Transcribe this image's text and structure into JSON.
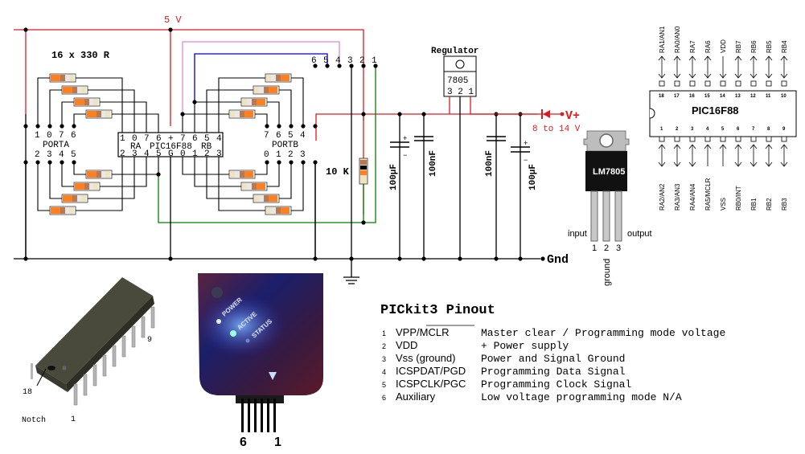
{
  "schematic": {
    "supply_label": "5 V",
    "resistor_note": "16 x 330 R",
    "porta": {
      "title": "PORTA",
      "top_pins": [
        "1",
        "0",
        "7",
        "6"
      ],
      "bottom_pins": [
        "2",
        "3",
        "4",
        "5"
      ]
    },
    "portb": {
      "title": "PORTB",
      "top_pins": [
        "7",
        "6",
        "5",
        "4"
      ],
      "bottom_pins": [
        "0",
        "1",
        "2",
        "3"
      ]
    },
    "mcu": {
      "name": "PIC16F88",
      "left_label": "RA",
      "right_label": "RB",
      "top_pins": [
        "1",
        "0",
        "7",
        "6",
        "+",
        "7",
        "6",
        "5",
        "4"
      ],
      "bottom_pins": [
        "2",
        "3",
        "4",
        "5",
        "G",
        "0",
        "1",
        "2",
        "3"
      ]
    },
    "icsp_header": {
      "pins": [
        "6",
        "5",
        "4",
        "3",
        "2",
        "1"
      ]
    },
    "pullup_resistor": "10 K",
    "regulator": {
      "title": "Regulator",
      "part": "7805",
      "pins": "3 2 1"
    },
    "capacitors": [
      "100µF",
      "100nF",
      "100nF",
      "100µF"
    ],
    "input_label": "V+",
    "input_range": "8 to 14 V",
    "ground_label": "Gnd",
    "colors": {
      "power": "#e0191e",
      "mclr": "#008000",
      "pgd": "#0000cc",
      "pgc": "#dd88dd",
      "wire": "#000000"
    }
  },
  "lm7805": {
    "part": "LM7805",
    "pin_numbers": [
      "1",
      "2",
      "3"
    ],
    "pin_names": [
      "input",
      "ground",
      "output"
    ]
  },
  "pic_pinout": {
    "name": "PIC16F88",
    "top": [
      {
        "num": "18",
        "label": "RA1/AN1",
        "dir": "bi"
      },
      {
        "num": "17",
        "label": "RA0/AN0",
        "dir": "bi"
      },
      {
        "num": "16",
        "label": "RA7",
        "dir": "bi"
      },
      {
        "num": "15",
        "label": "RA6",
        "dir": "bi"
      },
      {
        "num": "14",
        "label": "VDD",
        "dir": "in"
      },
      {
        "num": "13",
        "label": "RB7",
        "dir": "bi"
      },
      {
        "num": "12",
        "label": "RB6",
        "dir": "bi"
      },
      {
        "num": "11",
        "label": "RB5",
        "dir": "bi"
      },
      {
        "num": "10",
        "label": "RB4",
        "dir": "bi"
      }
    ],
    "bottom": [
      {
        "num": "1",
        "label": "RA2/AN2",
        "dir": "bi"
      },
      {
        "num": "2",
        "label": "RA3/AN3",
        "dir": "bi"
      },
      {
        "num": "3",
        "label": "RA4/AN4",
        "dir": "bi"
      },
      {
        "num": "4",
        "label": "RA5/MCLR",
        "dir": "in"
      },
      {
        "num": "5",
        "label": "VSS",
        "dir": "in"
      },
      {
        "num": "6",
        "label": "RB0/INT",
        "dir": "bi"
      },
      {
        "num": "7",
        "label": "RB1",
        "dir": "bi"
      },
      {
        "num": "8",
        "label": "RB2",
        "dir": "bi"
      },
      {
        "num": "9",
        "label": "RB3",
        "dir": "bi"
      }
    ]
  },
  "dip_photo": {
    "pin_a": "9",
    "pin_b": "18",
    "pin_c": "1",
    "notch_label": "Notch"
  },
  "pickit_photo": {
    "leds": [
      "POWER",
      "ACTIVE",
      "STATUS"
    ],
    "pin_left": "6",
    "pin_right": "1"
  },
  "pickit_pinout": {
    "title": "PICkit3 Pinout",
    "rows": [
      {
        "num": "1",
        "signal": "VPP/MCLR",
        "desc": "Master clear / Programming mode voltage"
      },
      {
        "num": "2",
        "signal": "VDD",
        "desc": "+ Power supply"
      },
      {
        "num": "3",
        "signal": "Vss (ground)",
        "desc": "Power and Signal Ground"
      },
      {
        "num": "4",
        "signal": "ICSPDAT/PGD",
        "desc": "Programming Data Signal"
      },
      {
        "num": "5",
        "signal": "ICSPCLK/PGC",
        "desc": "Programming Clock Signal"
      },
      {
        "num": "6",
        "signal": "Auxiliary",
        "desc": "Low voltage programming mode N/A"
      }
    ]
  }
}
